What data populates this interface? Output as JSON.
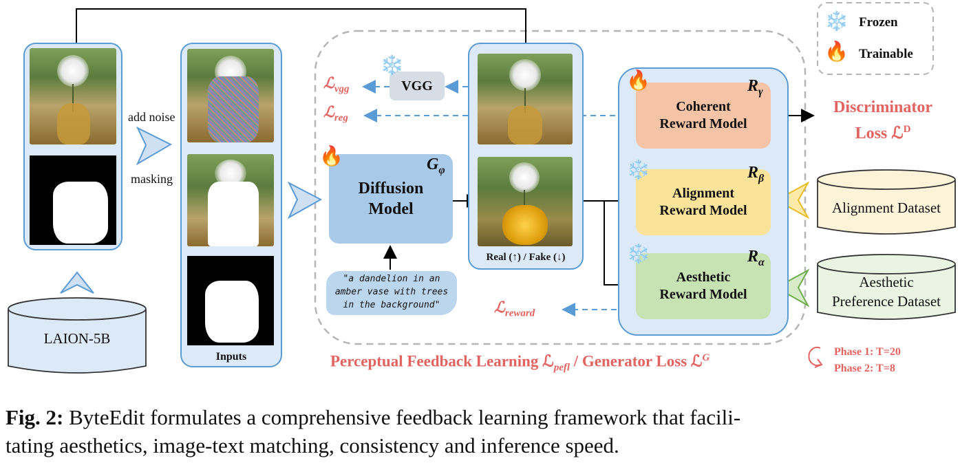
{
  "left_labels": {
    "add_noise": "add noise",
    "masking": "masking",
    "inputs": "Inputs"
  },
  "dataset_laion": "LAION-5B",
  "vgg_label": "VGG",
  "real_fake_label": "Real (↑) / Fake (↓)",
  "diffusion": {
    "line1": "Diffusion",
    "line2": "Model",
    "symbol": "G",
    "symbol_sub": "φ"
  },
  "prompt": {
    "line1": "\"a dandelion in an",
    "line2": "amber vase with trees",
    "line3": "in the background\""
  },
  "losses": {
    "vgg": {
      "base": "ℒ",
      "sub": "vgg"
    },
    "reg": {
      "base": "ℒ",
      "sub": "reg"
    },
    "reward": {
      "base": "ℒ",
      "sub": "reward"
    }
  },
  "reward_models": [
    {
      "line1": "Coherent",
      "line2": "Reward Model",
      "symbol": "R",
      "sub": "γ",
      "state": "trainable"
    },
    {
      "line1": "Alignment",
      "line2": "Reward Model",
      "symbol": "R",
      "sub": "β",
      "state": "frozen"
    },
    {
      "line1": "Aesthetic",
      "line2": "Reward Model",
      "symbol": "R",
      "sub": "α",
      "state": "frozen"
    }
  ],
  "discriminator": {
    "line1": "Discriminator",
    "line2": "Loss ℒ",
    "sup": "D"
  },
  "datasets": {
    "alignment": "Alignment Dataset",
    "aesthetic_line1": "Aesthetic",
    "aesthetic_line2": "Preference Dataset"
  },
  "legend": {
    "frozen": "Frozen",
    "trainable": "Trainable"
  },
  "bottom": {
    "pefl_text": "Perceptual Feedback Learning ℒ",
    "pefl_sub": "pefl",
    "generator_text": " / Generator Loss ℒ",
    "generator_sup": "G"
  },
  "phases": {
    "phase1": "Phase 1: T=20",
    "phase2": "Phase 2: T=8"
  },
  "caption": {
    "fig": "Fig. 2:",
    "line1": " ByteEdit formulates a comprehensive feedback learning framework that facili-",
    "line2": "tating aesthetics, image-text matching, consistency and inference speed."
  },
  "colors": {
    "panel": "#dce9f6",
    "border": "#5b9bd5",
    "coherent": "#f5c3a6",
    "alignment": "#fce39a",
    "aesthetic": "#c7e2b3",
    "loss": "#e2635f",
    "diffusion": "#a9c9e8"
  }
}
